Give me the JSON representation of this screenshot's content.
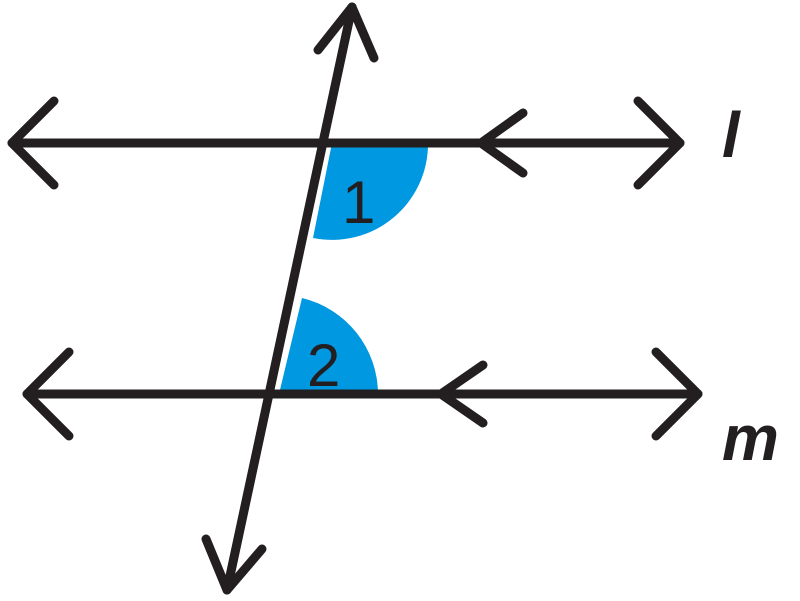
{
  "diagram": {
    "lines": {
      "upper": "l",
      "lower": "m"
    },
    "angles": {
      "first": "1",
      "second": "2"
    },
    "colors": {
      "stroke": "#231f20",
      "angle_fill": "#0098e0",
      "background": "#ffffff"
    }
  }
}
